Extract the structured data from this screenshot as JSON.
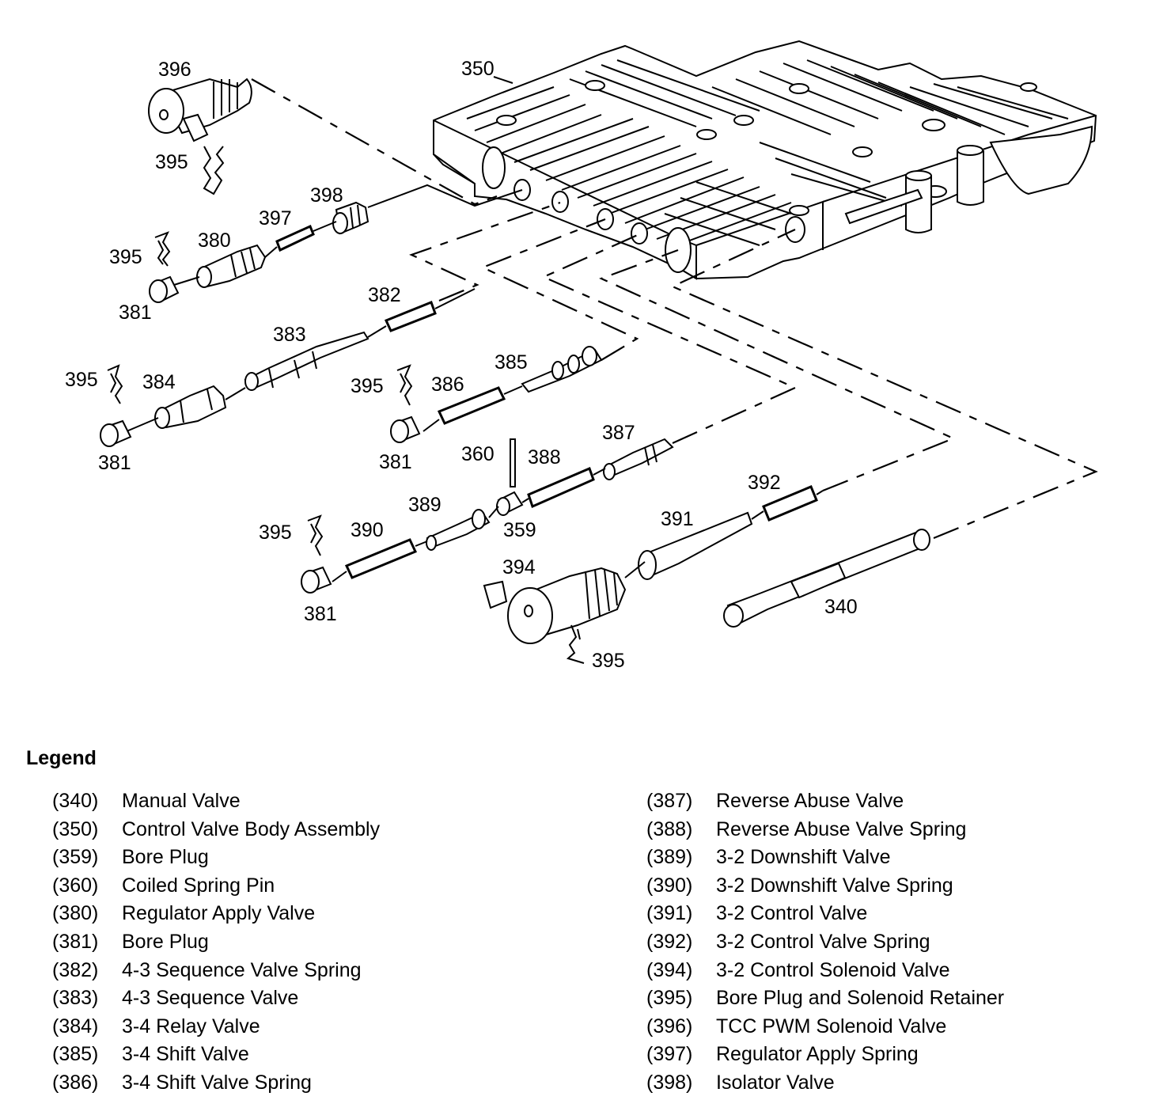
{
  "diagram": {
    "title": "Control Valve Body Components - Exploded View",
    "callouts": {
      "c396": "396",
      "c395a": "395",
      "c350": "350",
      "c398": "398",
      "c397": "397",
      "c380": "380",
      "c395b": "395",
      "c381a": "381",
      "c382": "382",
      "c383": "383",
      "c395c": "395",
      "c384": "384",
      "c381b": "381",
      "c385": "385",
      "c395d": "395",
      "c386": "386",
      "c381c": "381",
      "c387": "387",
      "c360": "360",
      "c388": "388",
      "c389": "389",
      "c359": "359",
      "c395e": "395",
      "c390": "390",
      "c381d": "381",
      "c392": "392",
      "c391": "391",
      "c394": "394",
      "c340": "340",
      "c395f": "395"
    }
  },
  "legend": {
    "title": "Legend",
    "left": [
      {
        "num": "(340)",
        "label": "Manual Valve"
      },
      {
        "num": "(350)",
        "label": "Control Valve Body Assembly"
      },
      {
        "num": "(359)",
        "label": "Bore Plug"
      },
      {
        "num": "(360)",
        "label": "Coiled Spring Pin"
      },
      {
        "num": "(380)",
        "label": "Regulator Apply Valve"
      },
      {
        "num": "(381)",
        "label": "Bore Plug"
      },
      {
        "num": "(382)",
        "label": "4-3 Sequence Valve Spring"
      },
      {
        "num": "(383)",
        "label": "4-3 Sequence Valve"
      },
      {
        "num": "(384)",
        "label": "3-4 Relay Valve"
      },
      {
        "num": "(385)",
        "label": "3-4 Shift Valve"
      },
      {
        "num": "(386)",
        "label": "3-4 Shift Valve Spring"
      }
    ],
    "right": [
      {
        "num": "(387)",
        "label": "Reverse Abuse Valve"
      },
      {
        "num": "(388)",
        "label": "Reverse Abuse Valve Spring"
      },
      {
        "num": "(389)",
        "label": "3-2 Downshift Valve"
      },
      {
        "num": "(390)",
        "label": "3-2 Downshift Valve Spring"
      },
      {
        "num": "(391)",
        "label": "3-2 Control Valve"
      },
      {
        "num": "(392)",
        "label": "3-2 Control Valve Spring"
      },
      {
        "num": "(394)",
        "label": "3-2 Control Solenoid Valve"
      },
      {
        "num": "(395)",
        "label": "Bore Plug and Solenoid Retainer"
      },
      {
        "num": "(396)",
        "label": "TCC PWM Solenoid Valve"
      },
      {
        "num": "(397)",
        "label": "Regulator Apply Spring"
      },
      {
        "num": "(398)",
        "label": "Isolator Valve"
      }
    ]
  }
}
